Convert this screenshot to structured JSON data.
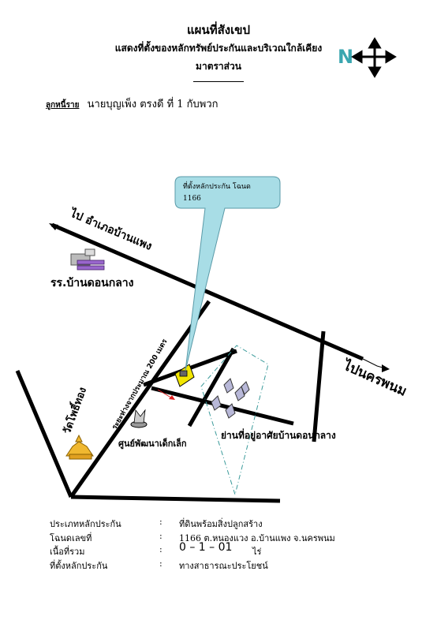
{
  "header": {
    "title": "แผนที่สังเขป",
    "subtitle": "แสดงที่ตั้งของหลักทรัพย์ประกันและบริเวณใกล้เคียง",
    "scale": "มาตราส่วน",
    "debtor_label": "ลูกหนี้ราย",
    "debtor_name": "นายบุญเพ็ง ตรงดี ที่ 1   กับพวก"
  },
  "compass": {
    "letter": "N",
    "color": "#3aa6b0",
    "icon": "compass-cross-icon"
  },
  "map": {
    "callout_text_1": "ที่ตั้งหลักประกัน โฉนด",
    "callout_text_2": "1166",
    "callout_color": "#a8dde6",
    "road_to_banphaeng": "ไป อำเภอบ้านแพง",
    "school": "รร.บ้านดอนกลาง",
    "road_to_nakhonphanom": "ไปนครพนม",
    "distance": "ระยะห่างจากประมาณ 200  เมตร",
    "temple": "วัดโพธิ์ทอง",
    "child_center": "ศูนย์พัฒนาเด็กเล็ก",
    "village": "ย่านที่อยู่อาศัยบ้านดอนกลาง",
    "collateral_color": "#f2e600",
    "temple_color": "#f0b830",
    "school_color": "#9966cc"
  },
  "info": [
    {
      "label": "ประเภทหลักประกัน",
      "colon": ":",
      "value": "ที่ดินพร้อมสิ่งปลูกสร้าง"
    },
    {
      "label": "โฉนดเลขที่",
      "colon": ":",
      "value": "1166  ต.หนองแวง  อ.บ้านแพง  จ.นครพนม"
    },
    {
      "label": "เนื้อที่รวม",
      "colon": ":",
      "value": "0 – 1 – 01",
      "unit": "ไร่"
    },
    {
      "label": "ที่ตั้งหลักประกัน",
      "colon": ":",
      "value": "ทางสาธารณะประโยชน์"
    }
  ]
}
